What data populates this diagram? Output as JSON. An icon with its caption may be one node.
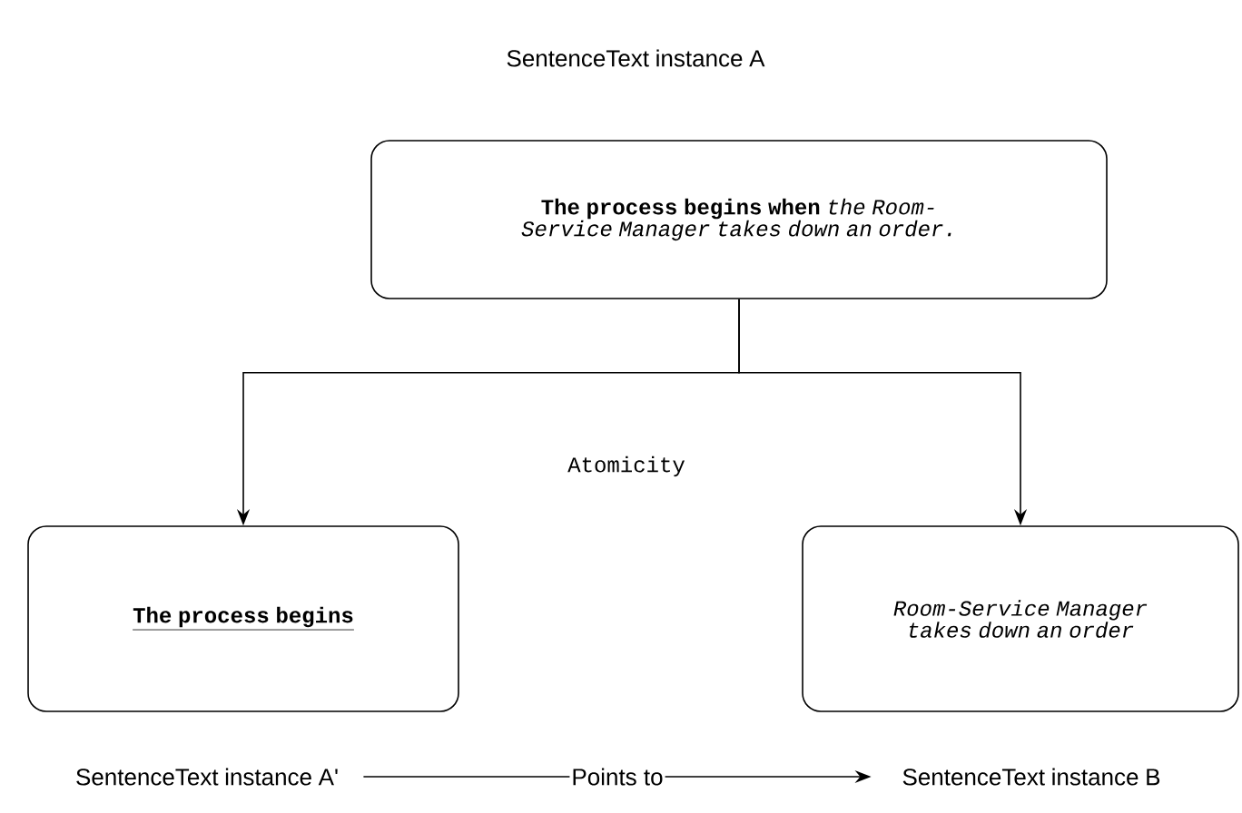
{
  "diagram": {
    "nodes": [
      {
        "text": [
          "**The process begins when** *the Room-Service Manager takes down an order.*"
        ],
        "beside": [
          "SentenceText instance A"
        ]
      },
      {
        "text": [
          "The process begins"
        ]
      },
      {
        "text": [
          "Room-Service Manager takes down an order"
        ]
      },
      {
        "text": [
          "SentenceText instance A'"
        ]
      },
      {
        "text": [
          "SentenceText instance B"
        ]
      }
    ],
    "edges": [
      {
        "from": 0,
        "to": 1,
        "arrow": "to"
      },
      {
        "from": 0,
        "to": 2,
        "arrow": "to"
      },
      {
        "from": 3,
        "to": 4,
        "arrow": "to",
        "label": "Points to"
      }
    ],
    "labels": [
      "Atomicity"
    ]
  }
}
